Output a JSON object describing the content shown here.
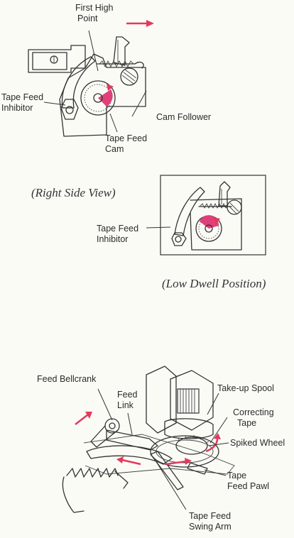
{
  "figure1": {
    "labels": {
      "first_high_point": [
        "First High",
        "Point"
      ],
      "tape_feed_inhibitor": [
        "Tape Feed",
        "Inhibitor"
      ],
      "cam_follower": "Cam Follower",
      "tape_feed_cam": [
        "Tape Feed",
        "Cam"
      ]
    },
    "caption": "(Right Side View)"
  },
  "figure2": {
    "labels": {
      "tape_feed_inhibitor": [
        "Tape Feed",
        "Inhibitor"
      ]
    },
    "caption": "(Low Dwell Position)"
  },
  "figure3": {
    "labels": {
      "feed_bellcrank": "Feed Bellcrank",
      "feed_link": [
        "Feed",
        "Link"
      ],
      "take_up_spool": "Take-up Spool",
      "correcting_tape": [
        "Correcting",
        "Tape"
      ],
      "spiked_wheel": "Spiked Wheel",
      "tape_feed_pawl": [
        "Tape",
        "Feed Pawl"
      ],
      "tape_feed_swing_arm": [
        "Tape Feed",
        "Swing Arm"
      ]
    }
  },
  "colors": {
    "arrow": "#e23a5b",
    "cam_fill": "#e0407a",
    "ink": "#333333"
  },
  "icons": [
    "motion-arrow",
    "rotation-arrow"
  ]
}
